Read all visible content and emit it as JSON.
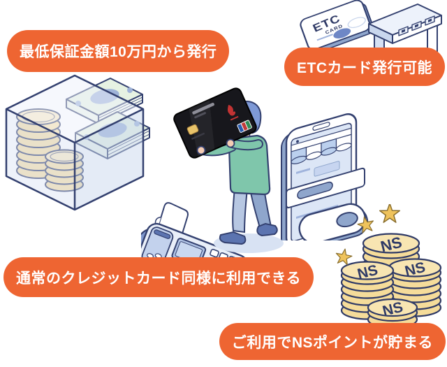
{
  "badges": {
    "min_guarantee": {
      "label": "最低保証金額10万円から発行"
    },
    "etc": {
      "label": "ETCカード発行可能"
    },
    "usage": {
      "label": "通常のクレジットカード同様に利用できる"
    },
    "points": {
      "label": "ご利用でNSポイントが貯まる"
    }
  },
  "illustrations": {
    "etc_card": {
      "line1": "ETC",
      "line2": "CARD"
    },
    "ns_coin_label": "NS"
  },
  "colors": {
    "badge_orange": "#EE6532",
    "outline_navy": "#33406F",
    "illustration_blue": "#8FA6CC",
    "light_blue": "#DCE6F6",
    "coin_gold": "#F5DC9A",
    "star_gold": "#EFC35C",
    "shirt_green": "#7FC6AB",
    "hair_blue": "#7E99D6",
    "skin": "#F5CDB4",
    "card_black": "#17171C",
    "bill_green": "#E6F2E2"
  }
}
